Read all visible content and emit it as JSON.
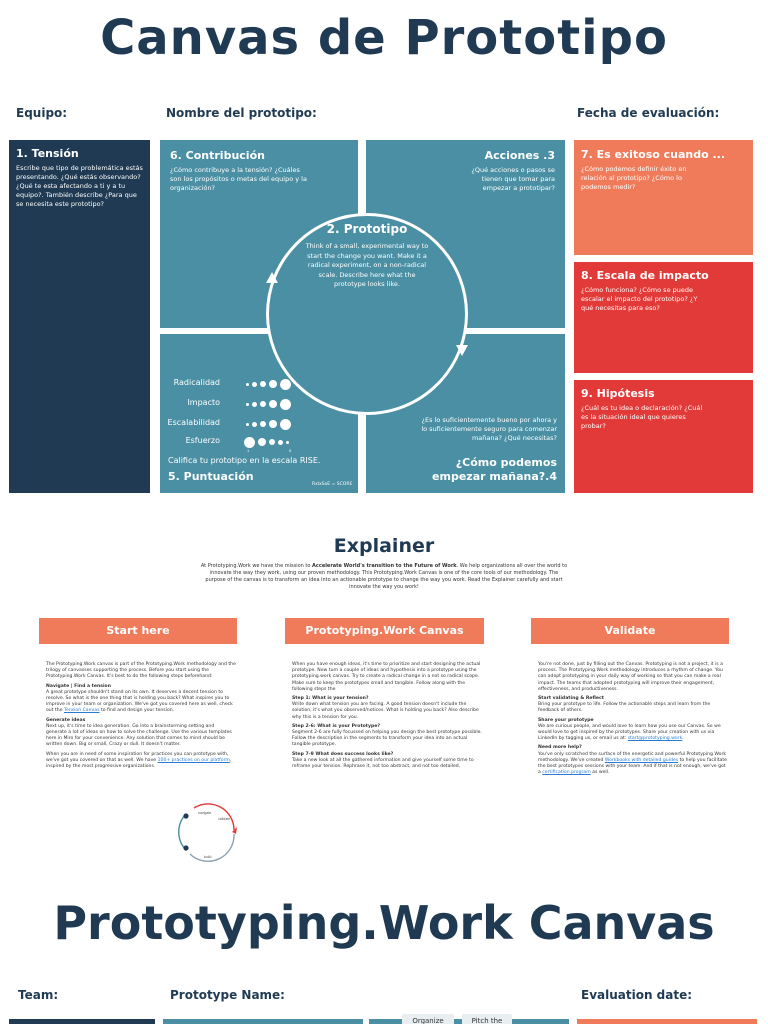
{
  "canvas_es": {
    "title": "Canvas de Prototipo",
    "labels": {
      "team": "Equipo:",
      "prototype_name": "Nombre del prototipo:",
      "evaluation_date": "Fecha de evaluación:"
    },
    "tension": {
      "title": "1. Tensión",
      "text": "Escribe que tipo de problemática estás presentando. ¿Qué estás observando? ¿Qué te esta afectando a ti y a tu equipo?. También describe ¿Para que se necesita este prototipo?"
    },
    "contribution": {
      "title": "6. Contribución",
      "text": "¿Cómo contribuye a la tensión? ¿Cuáles son los propósitos o metas del equipo y la organización?"
    },
    "actions": {
      "title": "Acciones .3",
      "text": "¿Qué acciones o pasos se tienen que tomar para empezar a prototipar?"
    },
    "prototype": {
      "title": "2. Prototipo",
      "text": "Think of a small, experimental way to start the change you want. Make it a radical experiment, on a non-radical scale. Describe here what the prototype looks like."
    },
    "score": {
      "title": "5. Puntuación",
      "rows": [
        "Radicalidad",
        "Impacto",
        "Escalabilidad",
        "Esfuerzo"
      ],
      "instruction": "Califica tu prototipo en la escala RISE.",
      "formula": "RxIxSxE = SCORE",
      "effort_ticks": [
        "1",
        "5"
      ]
    },
    "next_steps": {
      "title": "¿Cómo podemos empezar mañana?.4",
      "text": "¿Es lo suficientemente bueno por ahora y lo suficientemente seguro para comenzar mañana? ¿Qué necesitas?"
    },
    "success": {
      "title": "7. Es exitoso cuando ...",
      "text": "¿Cómo podemos definir éxito en relación al prototipo? ¿Cómo lo podemos medir?"
    },
    "impact_scale": {
      "title": "8. Escala de impacto",
      "text": "¿Cómo funciona? ¿Cómo se puede escalar el impacto del prototipo? ¿Y qué necesitas para eso?"
    },
    "hypothesis": {
      "title": "9. Hipótesis",
      "text": "¿Cuál es tu idea o declaración? ¿Cuál es la situación ideal que quieres probar?"
    }
  },
  "explainer": {
    "title": "Explainer",
    "intro_parts": [
      "At Prototyping.Work we have the mission to ",
      "Accelerate World's transition to the Future of Work",
      ". We help organizations all over the world to innovate the way they work, using our proven methodology. This Prototyping.Work Canvas is one of the core tools of our methodology. The purpose of the canvas is to transform an idea into an actionable prototype to change the way you work. Read the Explainer carefully and start innovate the way you work!"
    ],
    "columns": [
      {
        "header": "Start here",
        "paragraphs": [
          {
            "heading": "",
            "text": "The Prototyping.Work canvas is part of the Prototyping.Work methodology and the trilogy of canvasses supporting the process. Before you start using the Prototyping.Work Canvas. It's best to do the following steps beforehand:"
          },
          {
            "heading": "Navigate | Find a tension",
            "text": "A great prototype shouldn't stand on its own. It deserves a decent tension to resolve. So what is the one thing that is holding you back? What inspires you to improve in your team or organization. We've got you covered here as well, check out the ",
            "link": "Tension Canvas",
            "after": " to find and design your tension."
          },
          {
            "heading": "Generate ideas",
            "text": "Next up, it's time to idea generation. Go into a brainstorming setting and generate a lot of ideas on how to solve the challenge. Use the various templates here in Miro for your convenience. Any solution that comes to mind should be written down. Big or small, Crazy or dull. It doesn't matter."
          },
          {
            "heading": "",
            "text": "When you are in need of some inspiration for practices you can prototype with, we've got you covered on that as well. We have ",
            "link": "100+ practices on our platform",
            "after": ", inspired by the most progressive organizations."
          }
        ],
        "diagram_labels": [
          "navigate",
          "validate",
          "build"
        ]
      },
      {
        "header": "Prototyping.Work Canvas",
        "paragraphs": [
          {
            "heading": "",
            "text": "When you have enough ideas, it's time to prioritize and start designing the actual prototype. Now turn a couple of ideas and hypothesis into a prototype using the prototyping.work canvas. Try to create a radical change in a not so radical scope. Make sure to keep the prototypes small and tangible. Follow along with the following steps the"
          },
          {
            "heading": "Step 1: What is your tension?",
            "text": "Write down what tension you are facing. A good tension doesn't include the solution, it's what you observed/notices. What is holding you back? Also describe why this is a tension for you."
          },
          {
            "heading": "Step 2-6: What is your Prototype?",
            "text": "Segment 2-6 are fully focussed on helping you design the best prototype possible. Follow the description in the segments to transform your idea into an actual tangible prototype."
          },
          {
            "heading": "Step 7-9 What does success looks like?",
            "text": "Take a new look at all the gathered information and give yourself some time to reframe your tension. Rephrase it, not too abstract, and not too detailed."
          }
        ]
      },
      {
        "header": "Validate",
        "paragraphs": [
          {
            "heading": "",
            "text": "You're not done, just by filling out the Canvas. Prototyping is not a project, it is a process. The Prototyping.Work methodology introduces a rhythm of change. You can adopt prototyping in your daily way of working so that you can make a real impact. The teams that adopted prototyping will improve their engagement, effectiveness, and productiveness."
          },
          {
            "heading": "Start validating & Reflect",
            "text": "Bring your prototype to life. Follow the actionable steps and learn from the feedback of others."
          },
          {
            "heading": "Share your prototype",
            "text": "We are curious people, and would love to learn how you use our Canvas. So we would love to get inspired by the prototypes. Share your creation with us via LinkedIn by tagging us, or email us at: ",
            "link": "start@prototyping.work",
            "after": "."
          },
          {
            "heading": "Need more help?",
            "text": "You've only scratched the surface of the energetic and powerful Prototyping.Work methodology. We've created ",
            "link": "Workbooks with detailed guides",
            "after": " to help you facilitate the best prototypes sessions with your team. And if that is not enough, we've got a ",
            "link2": "certification program",
            "after2": " as well."
          }
        ]
      }
    ]
  },
  "canvas_en": {
    "title": "Prototyping.Work Canvas",
    "labels": {
      "team": "Team:",
      "prototype_name": "Prototype Name:",
      "evaluation_date": "Evaluation date:"
    },
    "pills": [
      "Organize",
      "Pitch the"
    ]
  },
  "colors": {
    "navy": "#1f3a52",
    "teal": "#4a8fa3",
    "orange": "#ef7b5b",
    "red": "#e23a38"
  }
}
